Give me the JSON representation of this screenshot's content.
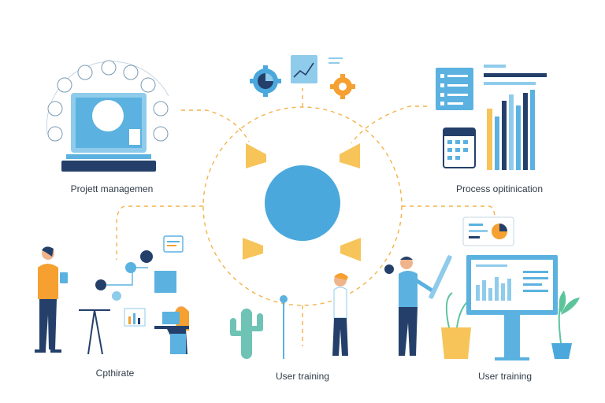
{
  "captions": {
    "project_management": "Projett managemen",
    "process_optimization": "Process opitinication",
    "optimize": "Cpthirate",
    "user_training_center": "User training",
    "user_training_right": "User training"
  },
  "icons": [
    "hub-circle-icon",
    "gear-icon",
    "chart-card-icon",
    "checklist-card-icon",
    "calendar-icon",
    "bar-chart-icon",
    "laptop-screen-icon",
    "cactus-icon",
    "plant-icon",
    "dashboard-board-icon",
    "pie-chart-card-icon",
    "speech-bubble-icon"
  ],
  "colors": {
    "hub": "#4aa8dc",
    "blue": "#5bb2e0",
    "light_blue": "#8fcbeb",
    "navy": "#24406a",
    "orange": "#f5a030",
    "yellow": "#f7c45a",
    "dash": "#f4b24a",
    "teal": "#6ec3b5",
    "green": "#5cc49b",
    "text": "#2f3b47"
  }
}
